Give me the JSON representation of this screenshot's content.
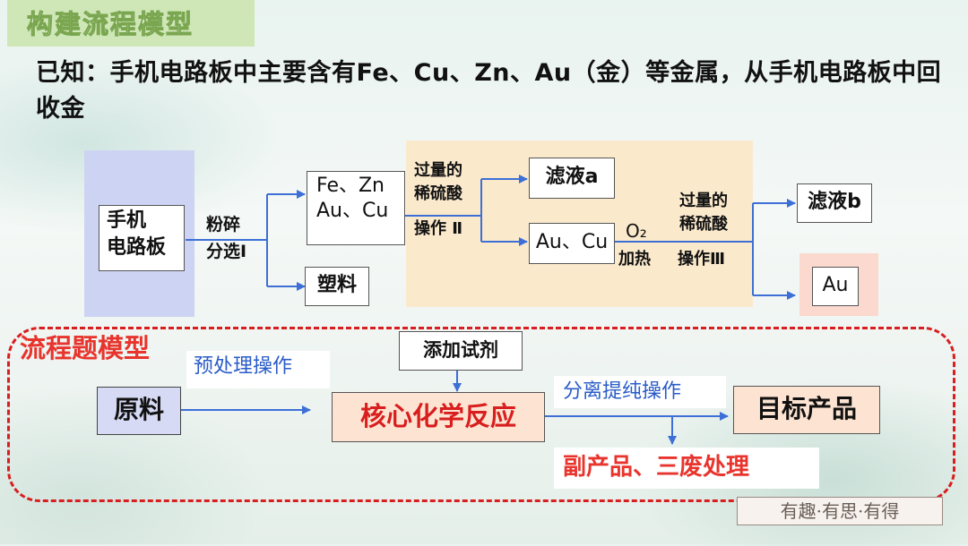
{
  "slide": {
    "title": "构建流程模型",
    "known_text": "已知：手机电路板中主要含有Fe、Cu、Zn、Au（金）等金属，从手机电路板中回收金"
  },
  "flow": {
    "raw": "手机\n电路板",
    "step1": "粉碎\n分选Ⅰ",
    "metals": "Fe、Zn\nAu、Cu",
    "plastic": "塑料",
    "reagent1": "过量的\n稀硫酸",
    "op2": "操作 Ⅱ",
    "filtrate_a": "滤液a",
    "au_cu": "Au、Cu",
    "o2": "O₂",
    "heat": "加热",
    "reagent2": "过量的\n稀硫酸",
    "op3": "操作Ⅲ",
    "filtrate_b": "滤液b",
    "au": "Au"
  },
  "model": {
    "title": "流程题模型",
    "raw_material": "原料",
    "pretreatment": "预处理操作",
    "add_reagent": "添加试剂",
    "core_reaction": "核心化学反应",
    "separation": "分离提纯操作",
    "target_product": "目标产品",
    "byproduct": "副产品、三废处理"
  },
  "footer": {
    "stamp": "有趣·有思·有得"
  },
  "colors": {
    "accent_red": "#e8342c",
    "arrow_blue": "#3d6fd6",
    "pretreat_blue": "#2a5cc8"
  }
}
